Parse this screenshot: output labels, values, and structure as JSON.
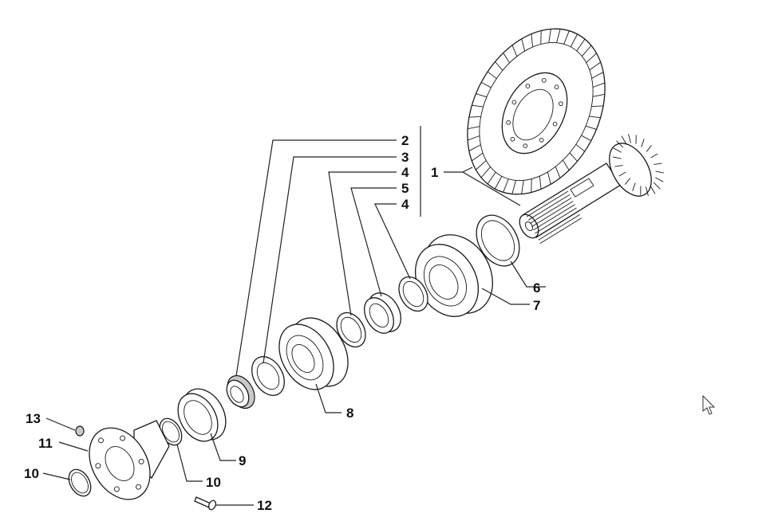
{
  "diagram": {
    "callouts": [
      {
        "id": "c2",
        "label": "2"
      },
      {
        "id": "c3",
        "label": "3"
      },
      {
        "id": "c4a",
        "label": "4"
      },
      {
        "id": "c5",
        "label": "5"
      },
      {
        "id": "c4b",
        "label": "4"
      },
      {
        "id": "c1",
        "label": "1"
      },
      {
        "id": "c6",
        "label": "6"
      },
      {
        "id": "c7",
        "label": "7"
      },
      {
        "id": "c8",
        "label": "8"
      },
      {
        "id": "c9",
        "label": "9"
      },
      {
        "id": "c10a",
        "label": "10"
      },
      {
        "id": "c10b",
        "label": "10"
      },
      {
        "id": "c11",
        "label": "11"
      },
      {
        "id": "c12",
        "label": "12"
      },
      {
        "id": "c13",
        "label": "13"
      }
    ]
  },
  "cursor": {
    "icon": "pointer-cursor-icon"
  }
}
